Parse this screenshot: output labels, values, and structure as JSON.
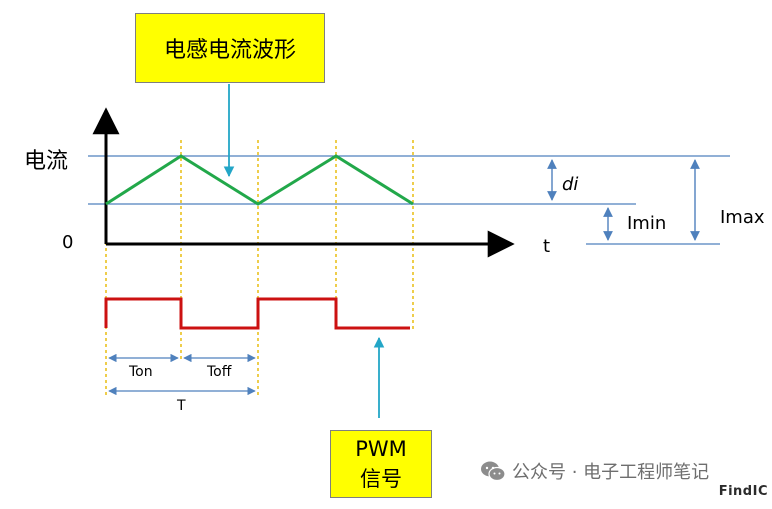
{
  "title_callout": "电感电流波形",
  "pwm_callout": {
    "line1": "PWM",
    "line2": "信号"
  },
  "axes": {
    "y_label": "电流",
    "x_label": "t",
    "origin": "0"
  },
  "annotations": {
    "di": "di",
    "imin": "Imin",
    "imax": "Imax",
    "ton": "Ton",
    "toff": "Toff",
    "period": "T"
  },
  "watermark": {
    "icon": "wechat-icon",
    "text": "公众号 · 电子工程师笔记",
    "brand": "FindIC"
  },
  "colors": {
    "current_wave": "#22a84a",
    "pwm_signal": "#cc1111",
    "reference_lines": "#4f81bd",
    "callout_fill": "#ffff00",
    "guide_lines": "#e6b800",
    "pointer_arrows": "#23a6c7"
  }
}
